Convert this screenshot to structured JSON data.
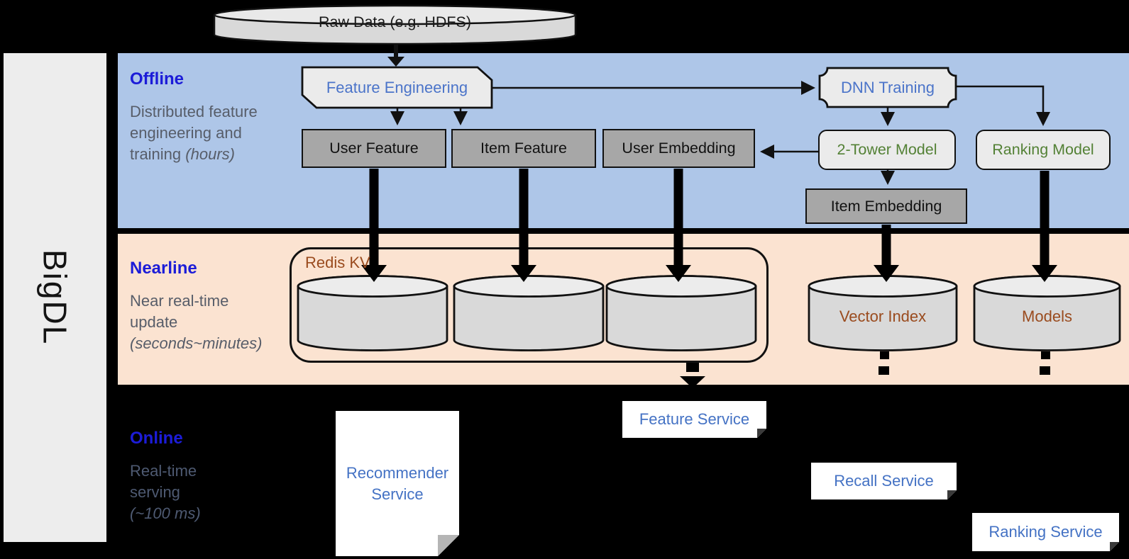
{
  "brand": {
    "name": "BigDL"
  },
  "raw_data": {
    "label": "Raw Data (e.g. HDFS)"
  },
  "sections": {
    "offline": {
      "title": "Offline",
      "desc": "Distributed feature engineering and training ",
      "desc_detail": "(hours)"
    },
    "nearline": {
      "title": "Nearline",
      "desc": "Near real-time update ",
      "desc_detail": "(seconds~minutes)"
    },
    "online": {
      "title": "Online",
      "desc": "Real-time serving ",
      "desc_detail": "(~100 ms)"
    }
  },
  "nodes": {
    "feature_engineering": {
      "label": "Feature Engineering"
    },
    "user_feature": {
      "label": "User Feature"
    },
    "item_feature": {
      "label": "Item Feature"
    },
    "user_embedding": {
      "label": "User Embedding"
    },
    "dnn_training": {
      "label": "DNN Training"
    },
    "two_tower_model": {
      "label": "2-Tower Model"
    },
    "ranking_model": {
      "label": "Ranking Model"
    },
    "item_embedding": {
      "label": "Item Embedding"
    },
    "redis_kv": {
      "label": "Redis KV"
    },
    "vector_index": {
      "label": "Vector Index"
    },
    "models": {
      "label": "Models"
    },
    "recommender_service": {
      "label": "Recommender Service"
    },
    "feature_service": {
      "label": "Feature Service"
    },
    "recall_service": {
      "label": "Recall Service"
    },
    "ranking_service": {
      "label": "Ranking Service"
    }
  },
  "colors": {
    "offline_band": "#aec6e8",
    "nearline_band": "#fbe3d1",
    "background": "#000000",
    "section_title_blue": "#1c1cd8",
    "node_text_blue": "#4b74c9",
    "node_text_green": "#538135",
    "node_text_brown": "#9a4b1e",
    "gray_node_fill": "#a7a7a7",
    "light_node_fill": "#ebebeb",
    "cylinder_fill": "#d9d9d9",
    "sidebar_fill": "#ededed",
    "service_text_blue": "#4472c4"
  }
}
